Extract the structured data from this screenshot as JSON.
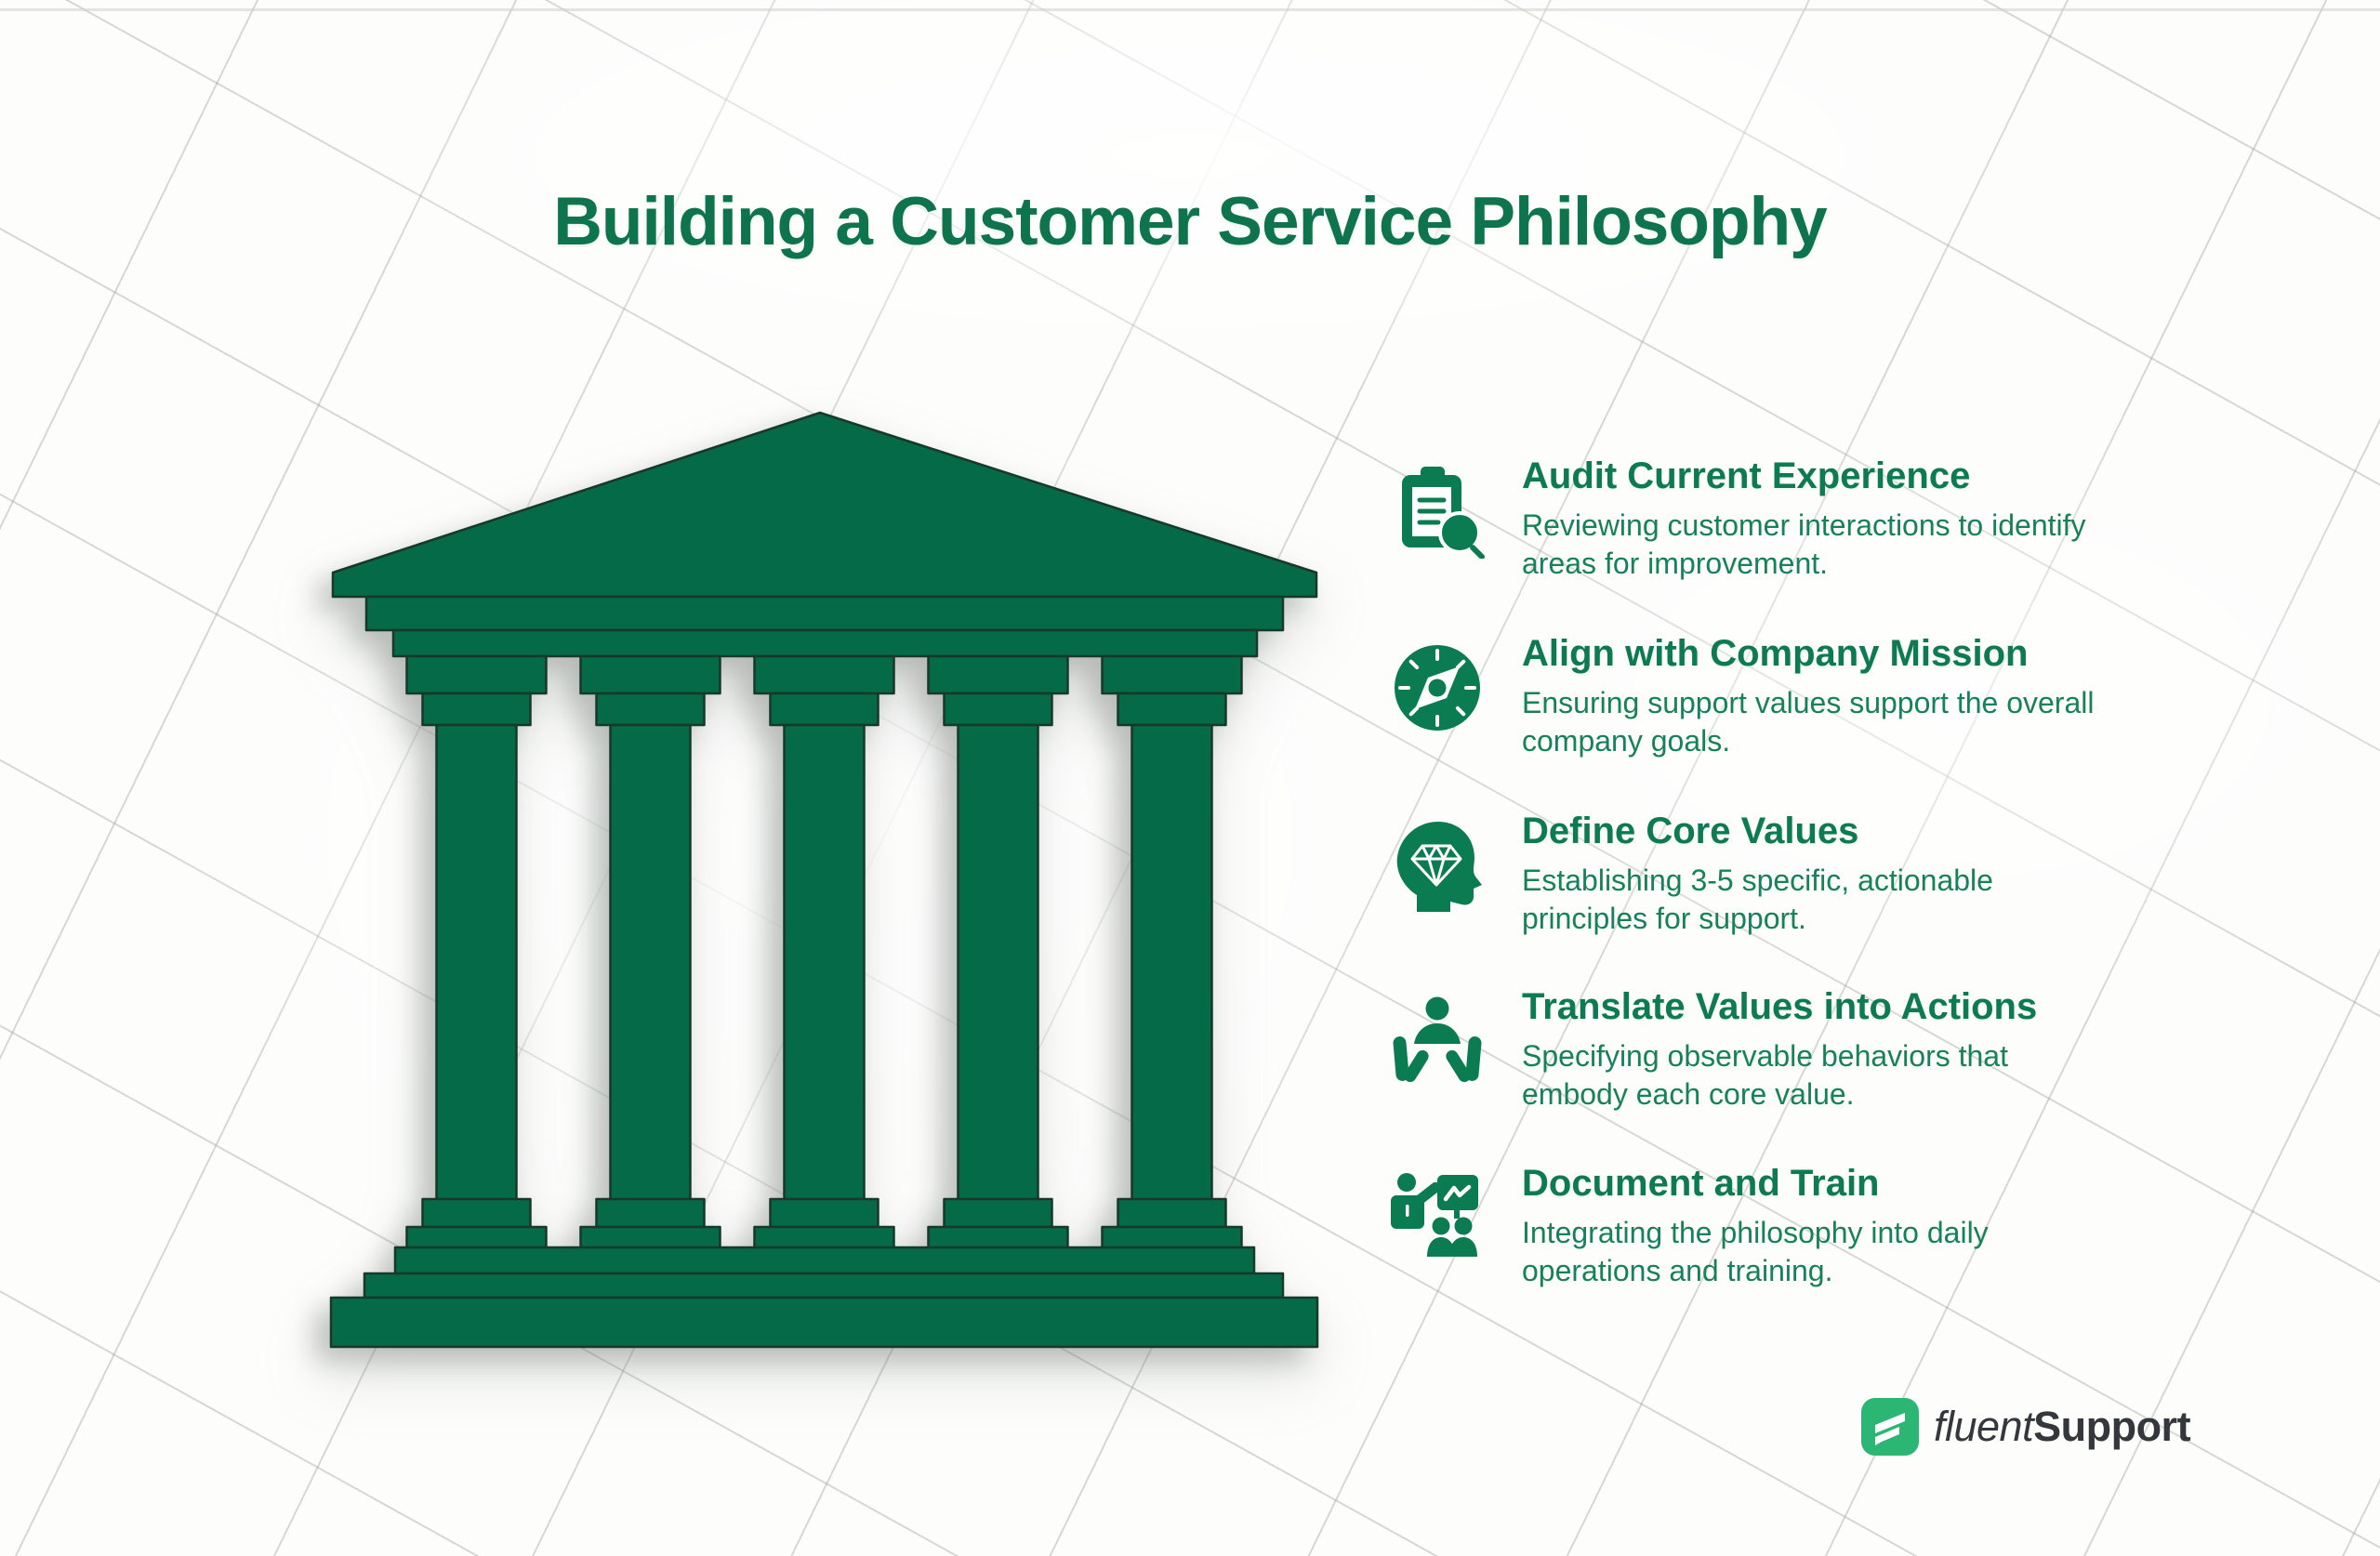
{
  "title": "Building a Customer Service Philosophy",
  "colors": {
    "temple_green": "#046a48",
    "outline_green": "#17382b",
    "heading_green": "#0d7a52",
    "body_green": "#17825a",
    "title_green": "#0d744e",
    "logo_green": "#2bb673",
    "logo_text": "#34383c",
    "grid_line": "#949c96"
  },
  "illustration": {
    "name": "greek-temple-five-pillars",
    "columns": 5
  },
  "steps": [
    {
      "icon": "clipboard-magnifier-icon",
      "title": "Audit Current Experience",
      "description": "Reviewing customer interactions to identify\nareas for improvement."
    },
    {
      "icon": "compass-icon",
      "title": "Align with Company Mission",
      "description": "Ensuring support values support the overall\ncompany goals."
    },
    {
      "icon": "head-diamond-icon",
      "title": "Define Core Values",
      "description": "Establishing 3-5 specific, actionable\nprinciples for support."
    },
    {
      "icon": "person-caring-hands-icon",
      "title": "Translate Values into Actions",
      "description": "Specifying observable behaviors that\nembody each core value."
    },
    {
      "icon": "trainer-presentation-icon",
      "title": "Document and Train",
      "description": "Integrating the philosophy into daily\noperations and training."
    }
  ],
  "logo": {
    "prefix": "fluent",
    "suffix": "Support"
  }
}
